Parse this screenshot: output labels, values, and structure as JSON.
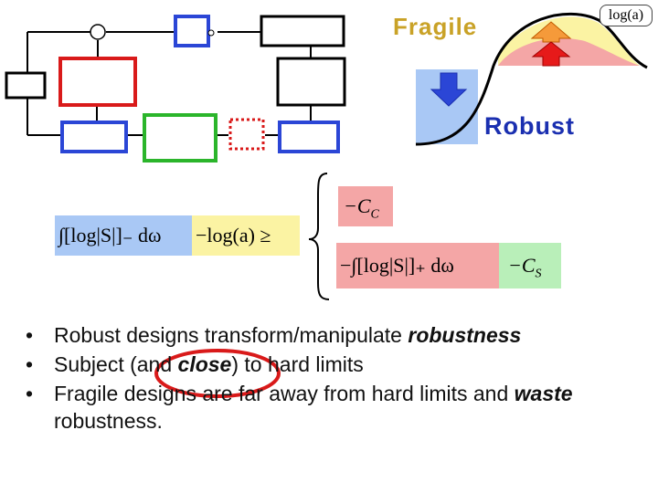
{
  "labels": {
    "fragile": "Fragile",
    "robust": "Robust",
    "log_a": "log(a)"
  },
  "equation": {
    "lhs_integral": "∫[log|S|]₋ dω",
    "lhs_term": "−log(a) ≥",
    "cc": "−C",
    "cc_sub": "C",
    "rhs_integral": "−∫[log|S|]₊ dω",
    "cs": "−C",
    "cs_sub": "S"
  },
  "bullets": [
    {
      "before": "Robust designs transform/manipulate ",
      "emph": "robustness",
      "after": ""
    },
    {
      "before": "Subject (and ",
      "emph": "close",
      "after": ") to hard limits"
    },
    {
      "before": "Fragile designs are far away from hard limits and ",
      "emph": "waste",
      "after": " robustness."
    }
  ],
  "bullet_glyph": "•",
  "colors": {
    "fragile_text": "#c9a227",
    "robust_text": "#1a2fb0",
    "blue_box": "#2b46d6",
    "red_box": "#d91a1a",
    "green_box": "#2bb52b",
    "circle_highlight": "#d91a1a",
    "blue_fill": "#a9c8f5",
    "yellow_fill": "#fbf3a3",
    "red_fill": "#f4a6a6",
    "green_fill": "#b9efb9"
  }
}
